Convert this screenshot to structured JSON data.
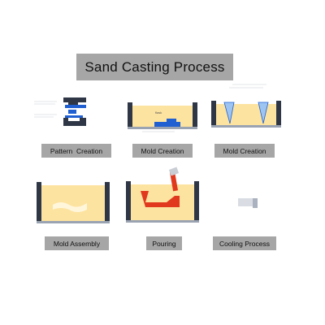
{
  "title": "Sand Casting Process",
  "steps": [
    {
      "label": "Pattern  Creation"
    },
    {
      "label": "Mold Creation"
    },
    {
      "label": "Mold Creation"
    },
    {
      "label": "Mold Assembly"
    },
    {
      "label": "Pouring"
    },
    {
      "label": "Cooling Process"
    }
  ],
  "colors": {
    "sand": "#fde3a0",
    "flask": "#2f3746",
    "pattern": "#1f5fd1",
    "metal": "#e0391d",
    "label_bg": "#a6a6a6",
    "title_bg": "#a6a6a6"
  }
}
